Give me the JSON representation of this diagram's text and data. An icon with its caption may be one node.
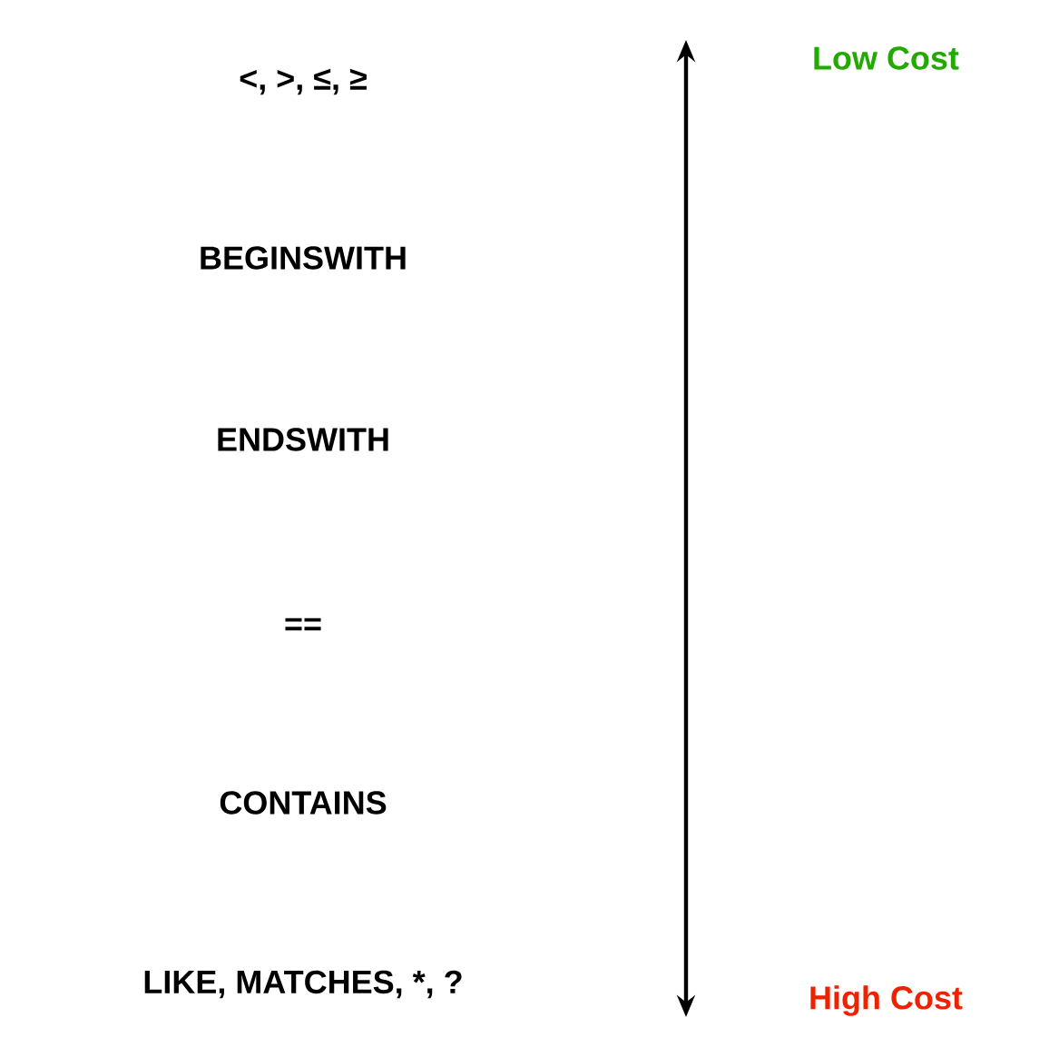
{
  "diagram": {
    "labels": [
      "<, >, ≤, ≥",
      "Low Cost",
      "BEGINSWITH",
      "ENDSWITH",
      "==",
      "CONTAINS",
      "LIKE, MATCHES, *, ?",
      "High Cost"
    ]
  }
}
